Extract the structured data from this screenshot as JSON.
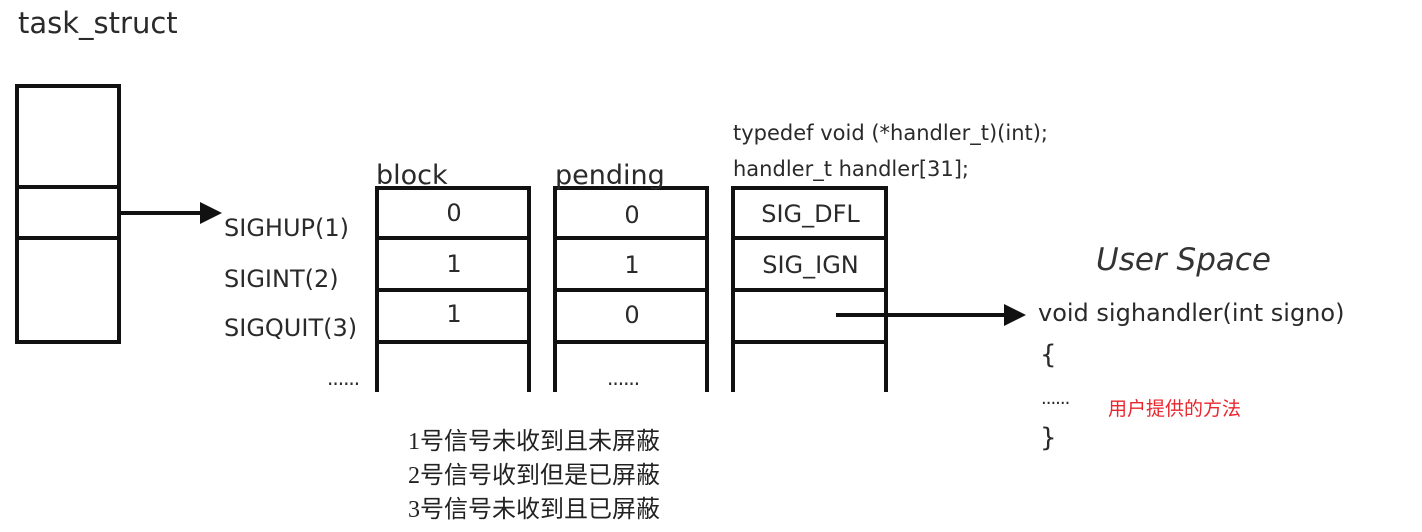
{
  "colors": {
    "line": "#111111",
    "text": "#2a2a2a",
    "annotation": "#e8262d"
  },
  "task_struct": {
    "label": "task_struct"
  },
  "signals": [
    "SIGHUP(1)",
    "SIGINT(2)",
    "SIGQUIT(3)"
  ],
  "signals_more": "......",
  "block": {
    "header": "block",
    "values": [
      "0",
      "1",
      "1"
    ]
  },
  "pending": {
    "header": "pending",
    "values": [
      "0",
      "1",
      "0"
    ],
    "more": "......"
  },
  "handler": {
    "typedef_line": "typedef void (*handler_t)(int);",
    "decl_line": "handler_t handler[31];",
    "values": [
      "SIG_DFL",
      "SIG_IGN",
      ""
    ]
  },
  "user_space": {
    "title": "User Space",
    "signature": "void sighandler(int signo)",
    "open_brace": "{",
    "ellipsis": "......",
    "comment": "用户提供的方法",
    "close_brace": "}"
  },
  "notes": [
    "1号信号未收到且未屏蔽",
    "2号信号收到但是已屏蔽",
    "3号信号未收到且已屏蔽"
  ]
}
